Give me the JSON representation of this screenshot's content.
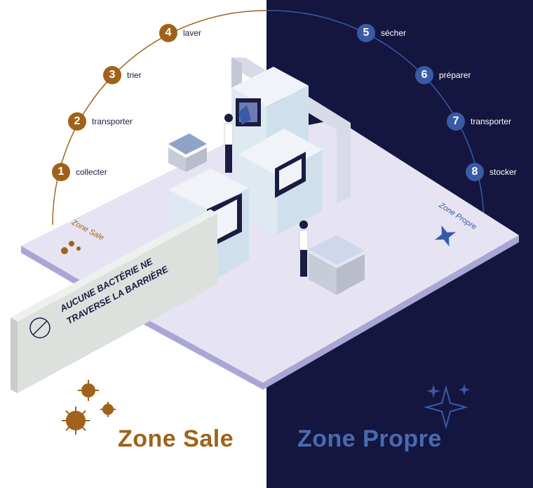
{
  "steps": [
    {
      "num": "1",
      "label": "collecter",
      "zone": "dirty"
    },
    {
      "num": "2",
      "label": "transporter",
      "zone": "dirty"
    },
    {
      "num": "3",
      "label": "trier",
      "zone": "dirty"
    },
    {
      "num": "4",
      "label": "laver",
      "zone": "dirty"
    },
    {
      "num": "5",
      "label": "sécher",
      "zone": "clean"
    },
    {
      "num": "6",
      "label": "préparer",
      "zone": "clean"
    },
    {
      "num": "7",
      "label": "transporter",
      "zone": "clean"
    },
    {
      "num": "8",
      "label": "stocker",
      "zone": "clean"
    }
  ],
  "barrier": {
    "line1": "AUCUNE BACTÉRIE NE",
    "line2": "TRAVERSE LA BARRIÈRE"
  },
  "floor_labels": {
    "dirty": "Zone Sale",
    "clean": "Zone Propre"
  },
  "zones": {
    "dirty": "Zone Sale",
    "clean": "Zone Propre"
  },
  "colors": {
    "dirty": "#a0621a",
    "clean": "#3a5aa6",
    "navy": "#14163f",
    "floor": "#e6e4f2"
  }
}
